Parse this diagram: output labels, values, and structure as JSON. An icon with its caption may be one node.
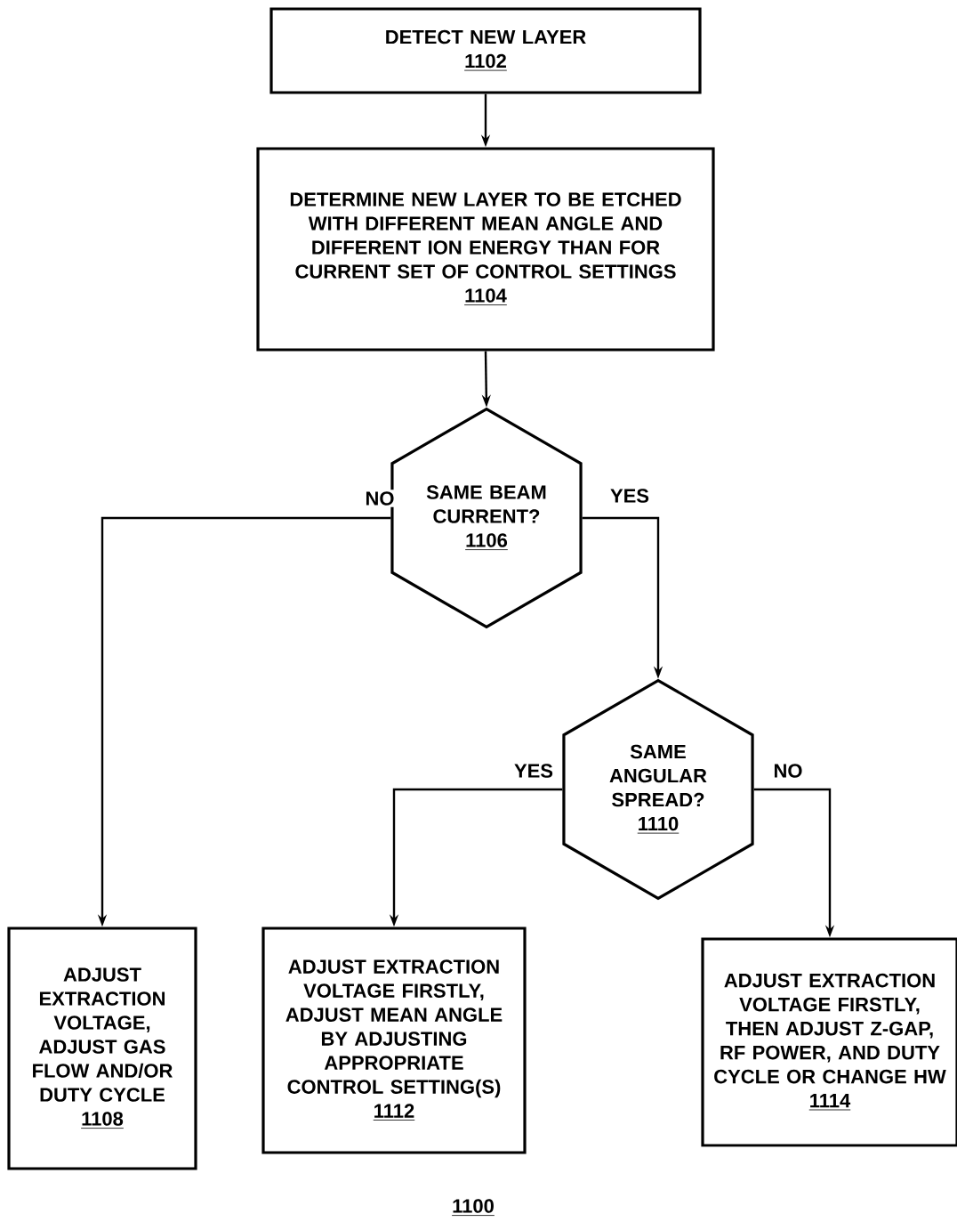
{
  "diagram": {
    "nodes": [
      {
        "text": [
          "DETECT NEW LAYER",
          "1102"
        ]
      },
      {
        "text": [
          "DETERMINE NEW LAYER TO BE ETCHED WITH DIFFERENT MEAN ANGLE AND DIFFERENT ION ENERGY THAN FOR CURRENT SET OF CONTROL SETTINGS",
          "1104"
        ]
      },
      {
        "text": [
          "SAME BEAM CURRENT?",
          "1106"
        ]
      },
      {
        "text": [
          "SAME ANGULAR SPREAD?",
          "1110"
        ]
      },
      {
        "text": [
          "ADJUST EXTRACTION VOLTAGE, ADJUST GAS FLOW AND/OR DUTY CYCLE",
          "1108"
        ]
      },
      {
        "text": [
          "ADJUST EXTRACTION VOLTAGE FIRSTLY, ADJUST MEAN ANGLE BY ADJUSTING APPROPRIATE CONTROL SETTING(S)",
          "1112"
        ]
      },
      {
        "text": [
          "ADJUST EXTRACTION VOLTAGE FIRSTLY, THEN ADJUST Z-GAP, RF POWER, AND DUTY CYCLE OR CHANGE HW",
          "1114"
        ]
      }
    ],
    "edges": [
      {
        "from": 0,
        "to": 1,
        "arrow": "to"
      },
      {
        "from": 1,
        "to": 2,
        "arrow": "to"
      },
      {
        "from": 2,
        "to": 4,
        "arrow": "to",
        "label": "NO"
      },
      {
        "from": 2,
        "to": 3,
        "arrow": "to",
        "label": "YES"
      },
      {
        "from": 3,
        "to": 5,
        "arrow": "to",
        "label": "YES"
      },
      {
        "from": 3,
        "to": 6,
        "arrow": "to",
        "label": "NO"
      }
    ],
    "labels": [
      "1100"
    ]
  }
}
